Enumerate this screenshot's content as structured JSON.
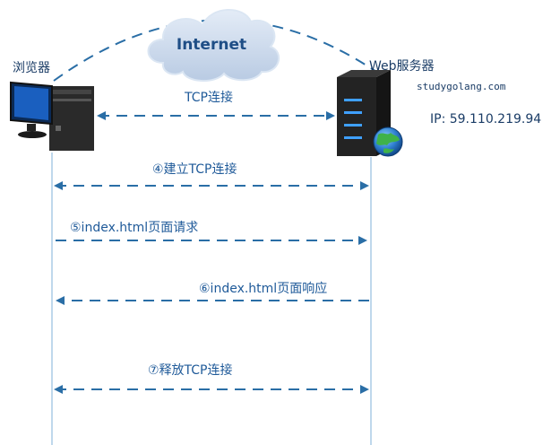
{
  "cloud": {
    "label": "Internet"
  },
  "client": {
    "label": "浏览器"
  },
  "server": {
    "label": "Web服务器",
    "domain": "studygolang.com",
    "ip": "IP: 59.110.219.94"
  },
  "messages": {
    "tcp_connect": "TCP连接",
    "step4": "④建立TCP连接",
    "step5": "⑤index.html页面请求",
    "step6": "⑥index.html页面响应",
    "step7": "⑦释放TCP连接"
  },
  "colors": {
    "arrow": "#2a6ea6",
    "text": "#1f5a99",
    "cloud": "#c9d7ea"
  }
}
